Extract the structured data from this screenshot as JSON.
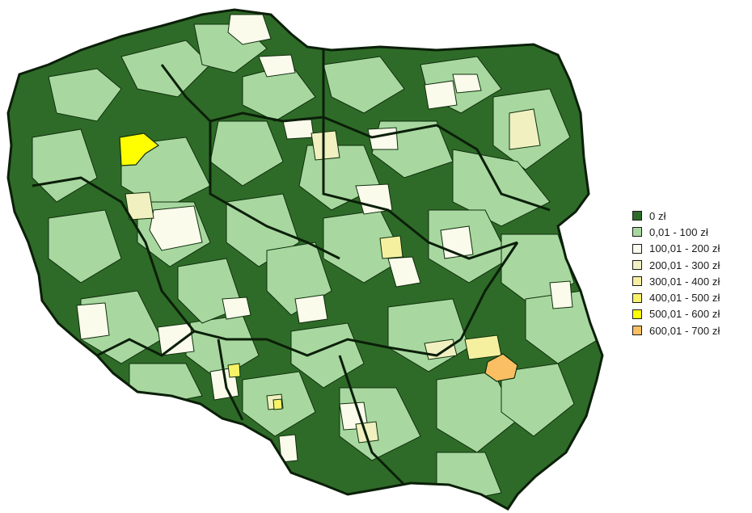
{
  "legend": {
    "items": [
      {
        "label": "0 zł",
        "color": "#2e6b28"
      },
      {
        "label": "0,01 - 100 zł",
        "color": "#a8d8a0"
      },
      {
        "label": "100,01 - 200 zł",
        "color": "#fbfbec"
      },
      {
        "label": "200,01 - 300 zł",
        "color": "#f1f0c0"
      },
      {
        "label": "300,01 - 400 zł",
        "color": "#f5f0a0"
      },
      {
        "label": "400,01 - 500 zł",
        "color": "#f8f266"
      },
      {
        "label": "500,01 - 600 zł",
        "color": "#ffff00"
      },
      {
        "label": "600,01 - 700 zł",
        "color": "#f9bf62"
      }
    ]
  }
}
